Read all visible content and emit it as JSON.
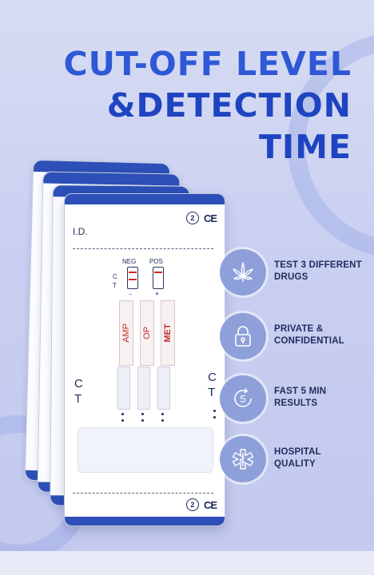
{
  "headline": {
    "line1": "CUT-OFF LEVEL",
    "line2": "&DETECTION TIME"
  },
  "device": {
    "id_label": "I.D.",
    "neg_label": "NEG",
    "pos_label": "POS",
    "c_label": "C",
    "t_label": "T",
    "minus": "-",
    "plus": "+",
    "strips": [
      "AMP",
      "OP",
      "MET"
    ],
    "ce_mark": "CE",
    "no_reuse_symbol": "2"
  },
  "features": [
    {
      "icon": "cannabis-leaf-icon",
      "line1": "TEST 3 DIFFERENT",
      "line2": "DRUGS"
    },
    {
      "icon": "padlock-icon",
      "line1": "PRIVATE &",
      "line2": "CONFIDENTIAL"
    },
    {
      "icon": "five-minute-timer-icon",
      "line1": "FAST 5 MIN",
      "line2": "RESULTS",
      "glyph": "5"
    },
    {
      "icon": "medical-star-of-life-icon",
      "line1": "HOSPITAL",
      "line2": "QUALITY"
    }
  ],
  "colors": {
    "headline": "#2f58d6",
    "device_band": "#2c4fb8",
    "strip_text": "#c42828",
    "feature_text": "#1f2c5c",
    "icon_bg": "#8ea0d9"
  }
}
